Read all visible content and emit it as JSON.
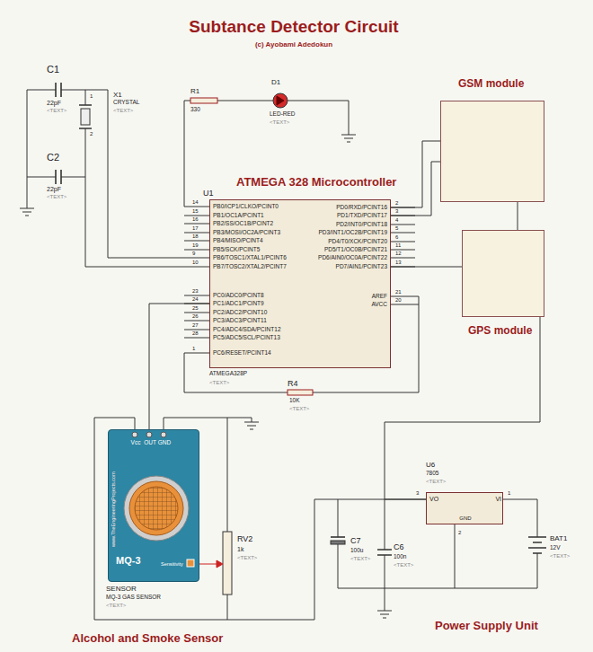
{
  "diagram": {
    "title": "Subtance Detector Circuit",
    "nodes": [
      {
        "text": [
          "GSM module"
        ]
      },
      {
        "text": [
          "ATMEGA 328 Microcontroller"
        ]
      },
      {
        "text": [
          "GPS module"
        ]
      },
      {
        "text": [
          "Vcc",
          "OUT",
          "GND",
          "www.TheEngineeringProjects.com",
          "MQ-3",
          "Sensitivity"
        ]
      },
      {
        "text": [
          "VO",
          "VI",
          "GND"
        ]
      }
    ],
    "edges": [
      {
        "from": 1,
        "to": 0,
        "arrow": "none"
      },
      {
        "from": 1,
        "to": 0,
        "arrow": "none"
      },
      {
        "from": 1,
        "to": 2,
        "arrow": "none"
      },
      {
        "from": 0,
        "to": 2,
        "arrow": "none"
      },
      {
        "from": 2,
        "to": 4,
        "arrow": "none"
      },
      {
        "from": 3,
        "to": 1,
        "arrow": "none"
      },
      {
        "from": 3,
        "to": 4,
        "arrow": "none"
      }
    ],
    "labels": [
      "(c) Ayobami Adedokun",
      "C1",
      "22pF",
      "<TEXT>",
      "C2",
      "22pF",
      "<TEXT>",
      "X1",
      "CRYSTAL",
      "<TEXT>",
      "1",
      "2",
      "R1",
      "330",
      "D1",
      "LED-RED",
      "<TEXT>",
      "U1",
      "ATMEGA328P",
      "<TEXT>",
      "R4",
      "10K",
      "<TEXT>",
      "SENSOR",
      "MQ-3 GAS SENSOR",
      "<TEXT>",
      "RV2",
      "1k",
      "<TEXT>",
      "C7",
      "100u",
      "<TEXT>",
      "C6",
      "100n",
      "<TEXT>",
      "U6",
      "7805",
      "<TEXT>",
      "3",
      "1",
      "2",
      "BAT1",
      "12V",
      "<TEXT>",
      "Alcohol and Smoke Sensor",
      "Power Supply Unit",
      "14",
      "PB0/ICP1/CLKO/PCINT0",
      "15",
      "PB1/OC1A/PCINT1",
      "16",
      "PB2/SS/OC1B/PCINT2",
      "17",
      "PB3/MOSI/OC2A/PCINT3",
      "18",
      "PB4/MISO/PCINT4",
      "19",
      "PB5/SCK/PCINT5",
      "9",
      "PB6/TOSC1/XTAL1/PCINT6",
      "10",
      "PB7/TOSC2/XTAL2/PCINT7",
      "23",
      "PC0/ADC0/PCINT8",
      "24",
      "PC1/ADC1/PCINT9",
      "25",
      "PC2/ADC2/PCINT10",
      "26",
      "PC3/ADC3/PCINT11",
      "27",
      "PC4/ADC4/SDA/PCINT12",
      "28",
      "PC5/ADC5/SCL/PCINT13",
      "1",
      "PC6/RESET/PCINT14",
      "2",
      "PD0/RXD/PCINT16",
      "3",
      "PD1/TXD/PCINT17",
      "4",
      "PD2/INT0/PCINT18",
      "5",
      "PD3/INT1/OC2B/PCINT19",
      "6",
      "PD4/T0/XCK/PCINT20",
      "11",
      "PD5/T1/OC0B/PCINT21",
      "12",
      "PD6/AIN0/OC0A/PCINT22",
      "13",
      "PD7/AIN1/PCINT23",
      "21",
      "AREF",
      "20",
      "AVCC"
    ]
  }
}
